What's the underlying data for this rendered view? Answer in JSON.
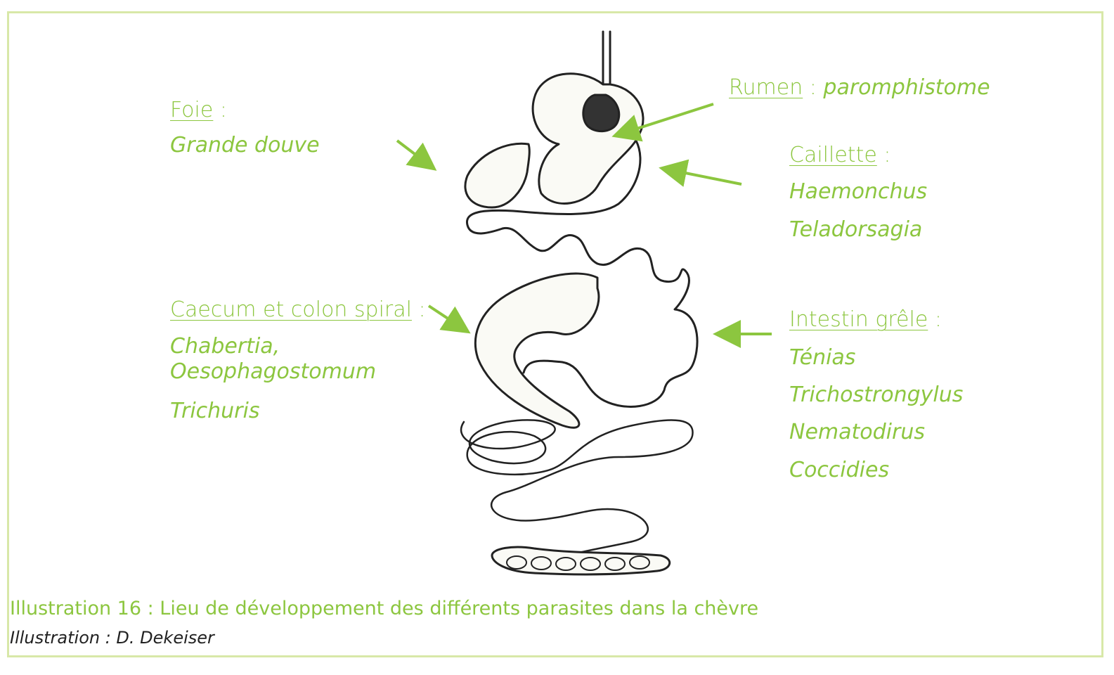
{
  "labels": {
    "foie": {
      "heading": "Foie",
      "suffix": " :",
      "items": [
        "Grande douve"
      ]
    },
    "rumen": {
      "heading": "Rumen",
      "suffix": " : ",
      "italic": "paromphistome"
    },
    "caillette": {
      "heading": "Caillette",
      "suffix": " :",
      "items": [
        "Haemonchus",
        "Teladorsagia"
      ]
    },
    "caecum": {
      "heading": "Caecum et colon spiral",
      "suffix": " :",
      "items": [
        "Chabertia,",
        "Oesophagostomum",
        "Trichuris"
      ]
    },
    "intestin": {
      "heading": "Intestin grêle",
      "suffix": " :",
      "items": [
        "Ténias",
        "Trichostrongylus",
        "Nematodirus",
        "Coccidies"
      ]
    }
  },
  "caption": "Illustration 16 : Lieu de développement des différents parasites dans la chèvre",
  "credit": "Illustration : D. Dekeiser",
  "colors": {
    "accent": "#8cc63f",
    "frame": "#d8e8a8",
    "outline": "#222222"
  }
}
